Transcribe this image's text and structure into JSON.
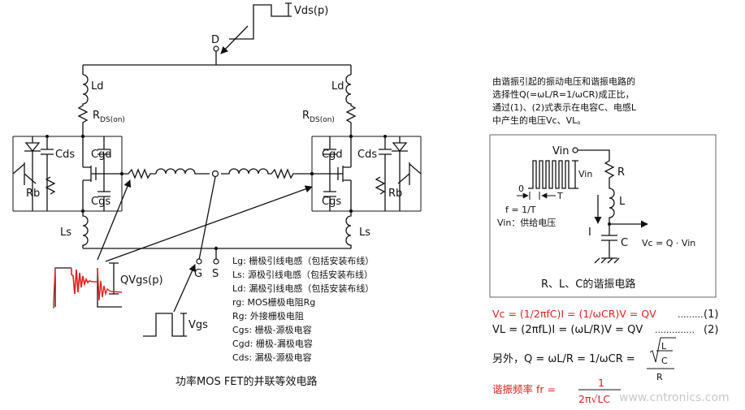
{
  "left_circuit": {
    "drain_label": "D",
    "vds_label": "Vds(p)",
    "ld_label": "Ld",
    "rds_main": "R",
    "rds_sub": "DS(on)",
    "cds_label": "Cds",
    "cgd_label": "Cgd",
    "cgs_label": "Cgs",
    "rb_label": "Rb",
    "ls_label": "Ls",
    "gate_label": "G",
    "source_label": "S",
    "qvgs_label": "QVgs(p)",
    "vgs_label": "Vgs",
    "legend": [
      "Lg: 栅极引线电感（包括安装布线）",
      "Ls: 源极引线电感（包括安装布线）",
      "Ld: 漏极引线电感（包括安装布线）",
      "rg: MOS栅极电阻Rg",
      "Rg: 外接栅极电阻",
      "Cgs: 栅极-源极电容",
      "Cgd: 栅极-漏极电容",
      "Cds: 漏极-源极电容"
    ],
    "caption": "功率MOS FET的并联等效电路"
  },
  "right_panel": {
    "intro_lines": [
      "由谐振引起的振动电压和谐振电路的",
      "选择性Q(=ωL/R=1/ωCR)成正比，",
      "通过(1)、(2)式表示在电容C、电感L",
      "中产生的电压Vc、VL。"
    ],
    "box": {
      "vin_top": "Vin",
      "r_label": "R",
      "l_label": "L",
      "c_label": "C",
      "i_label": "I",
      "vin_amp": "Vin",
      "zero_label": "0",
      "t_label": "T",
      "f_label": "f = 1/T",
      "vin_desc": "Vin：供给电压",
      "vc_label": "Vc = Q · Vin",
      "caption": "R、L、C的谐振电路"
    },
    "eq1": "Vc = (1/2πfC)I = (1/ωCR)V = QV",
    "eq1_num": "(1)",
    "eq2": "VL = (2πfL)I = (ωL/R)V = QV",
    "eq2_num": "(2)",
    "eq3": "另外，Q = ωL/R = 1/ωCR =",
    "eq3_L": "L",
    "eq3_C": "C",
    "eq3_R": "R",
    "fr_label": "谐振频率 fr =",
    "fr_num": "1",
    "fr_den": "2π√LC"
  },
  "watermark": "www.cntronics.com",
  "colors": {
    "red": "#e02020",
    "line": "#111111",
    "wave_red": "#e02020"
  }
}
